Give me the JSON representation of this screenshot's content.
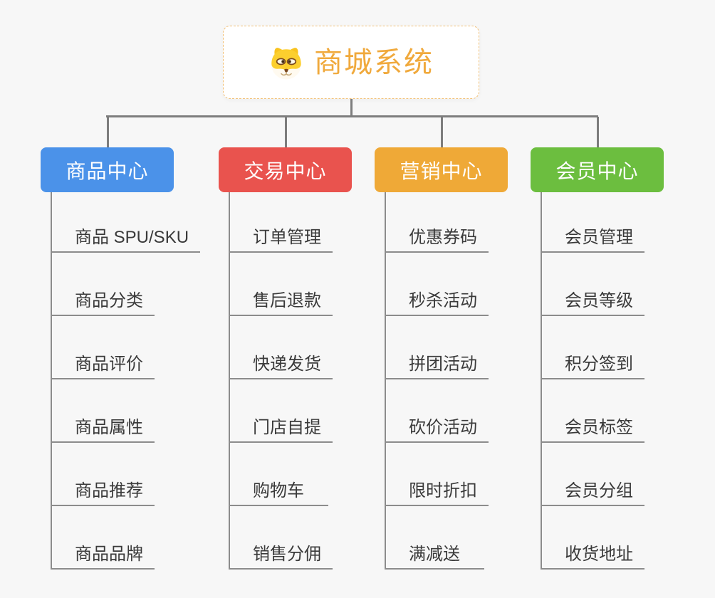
{
  "page": {
    "background": "#f7f7f7",
    "connector_color": "#7d7d7d",
    "leaf_line_color": "#8c8c8c"
  },
  "root": {
    "title": "商城系统",
    "icon": "dog-face-icon",
    "title_color": "#f0a93c",
    "border_color": "#f2c178"
  },
  "branches": [
    {
      "label": "商品中心",
      "color": "#4b92e9",
      "children": [
        "商品 SPU/SKU",
        "商品分类",
        "商品评价",
        "商品属性",
        "商品推荐",
        "商品品牌"
      ]
    },
    {
      "label": "交易中心",
      "color": "#e9534e",
      "children": [
        "订单管理",
        "售后退款",
        "快递发货",
        "门店自提",
        "购物车",
        "销售分佣"
      ]
    },
    {
      "label": "营销中心",
      "color": "#efa937",
      "children": [
        "优惠券码",
        "秒杀活动",
        "拼团活动",
        "砍价活动",
        "限时折扣",
        "满减送"
      ]
    },
    {
      "label": "会员中心",
      "color": "#6cbe3f",
      "children": [
        "会员管理",
        "会员等级",
        "积分签到",
        "会员标签",
        "会员分组",
        "收货地址"
      ]
    }
  ]
}
